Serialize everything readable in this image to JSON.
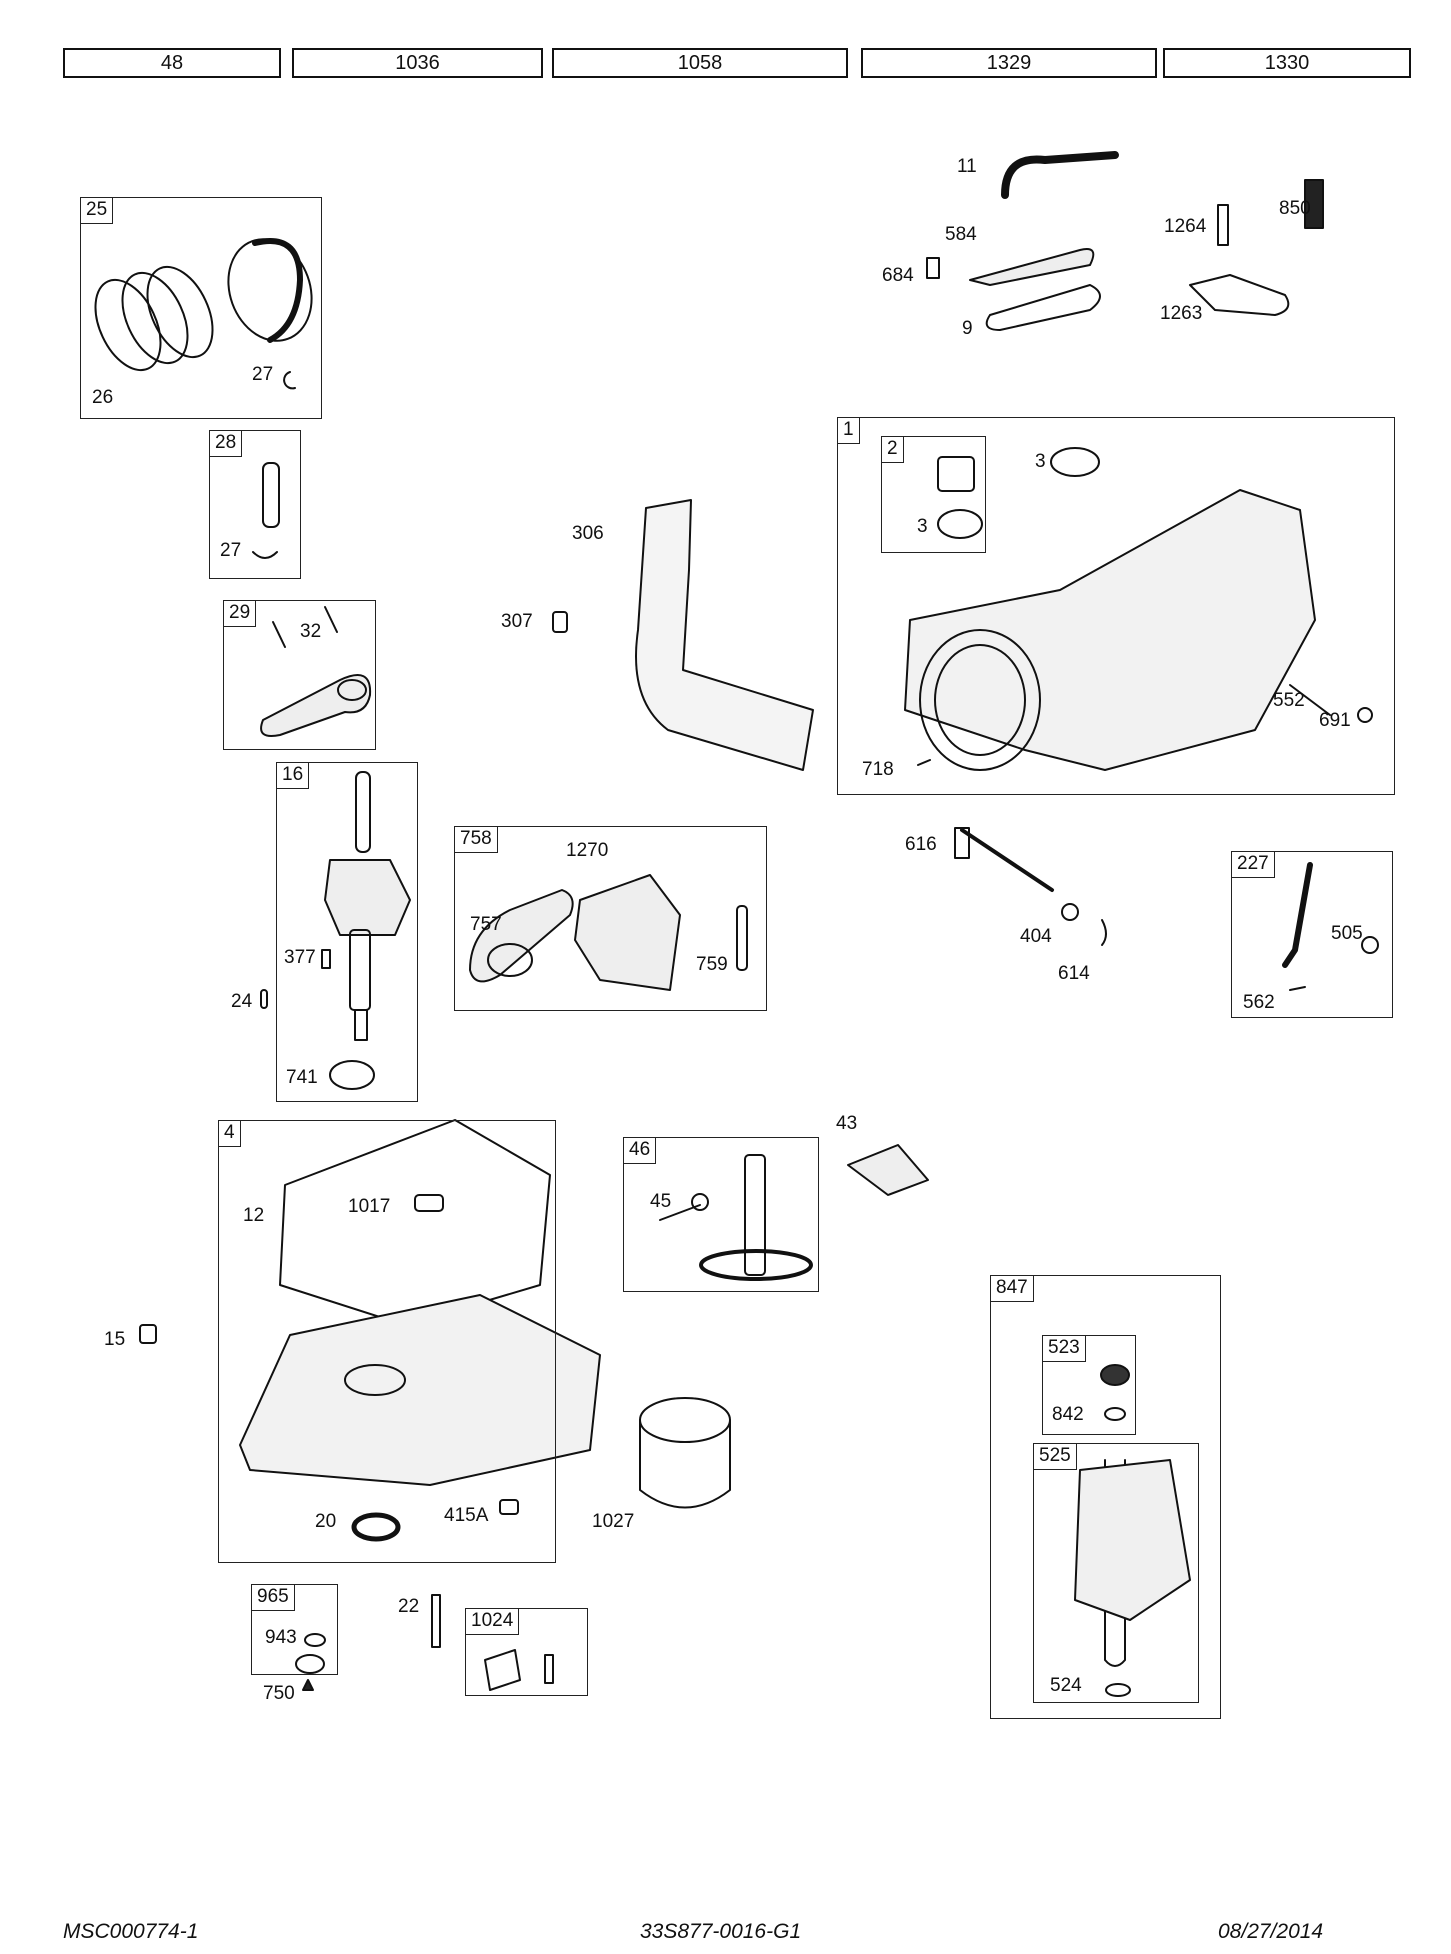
{
  "header_tabs": [
    "48",
    "1036",
    "1058",
    "1329",
    "1330"
  ],
  "boxes": {
    "b25": "25",
    "b28": "28",
    "b29": "29",
    "b16": "16",
    "b758": "758",
    "b1": "1",
    "b2": "2",
    "b227": "227",
    "b4": "4",
    "b46": "46",
    "b847": "847",
    "b523": "523",
    "b525": "525",
    "b965": "965",
    "b1024": "1024"
  },
  "labels": {
    "l11": "11",
    "l584": "584",
    "l684": "684",
    "l9": "9",
    "l1264": "1264",
    "l850": "850",
    "l1263": "1263",
    "l26": "26",
    "l27a": "27",
    "l27b": "27",
    "l32": "32",
    "l306": "306",
    "l307": "307",
    "l3a": "3",
    "l3b": "3",
    "l552": "552",
    "l691": "691",
    "l718": "718",
    "l377": "377",
    "l24": "24",
    "l741": "741",
    "l1270": "1270",
    "l757": "757",
    "l759": "759",
    "l616": "616",
    "l404": "404",
    "l614": "614",
    "l505": "505",
    "l562": "562",
    "l12": "12",
    "l1017": "1017",
    "l15": "15",
    "l20": "20",
    "l415A": "415A",
    "l43": "43",
    "l45": "45",
    "l1027": "1027",
    "l842": "842",
    "l524": "524",
    "l943": "943",
    "l750": "750",
    "l22": "22"
  },
  "footer": {
    "left": "MSC000774-1",
    "center": "33S877-0016-G1",
    "right": "08/27/2014"
  }
}
